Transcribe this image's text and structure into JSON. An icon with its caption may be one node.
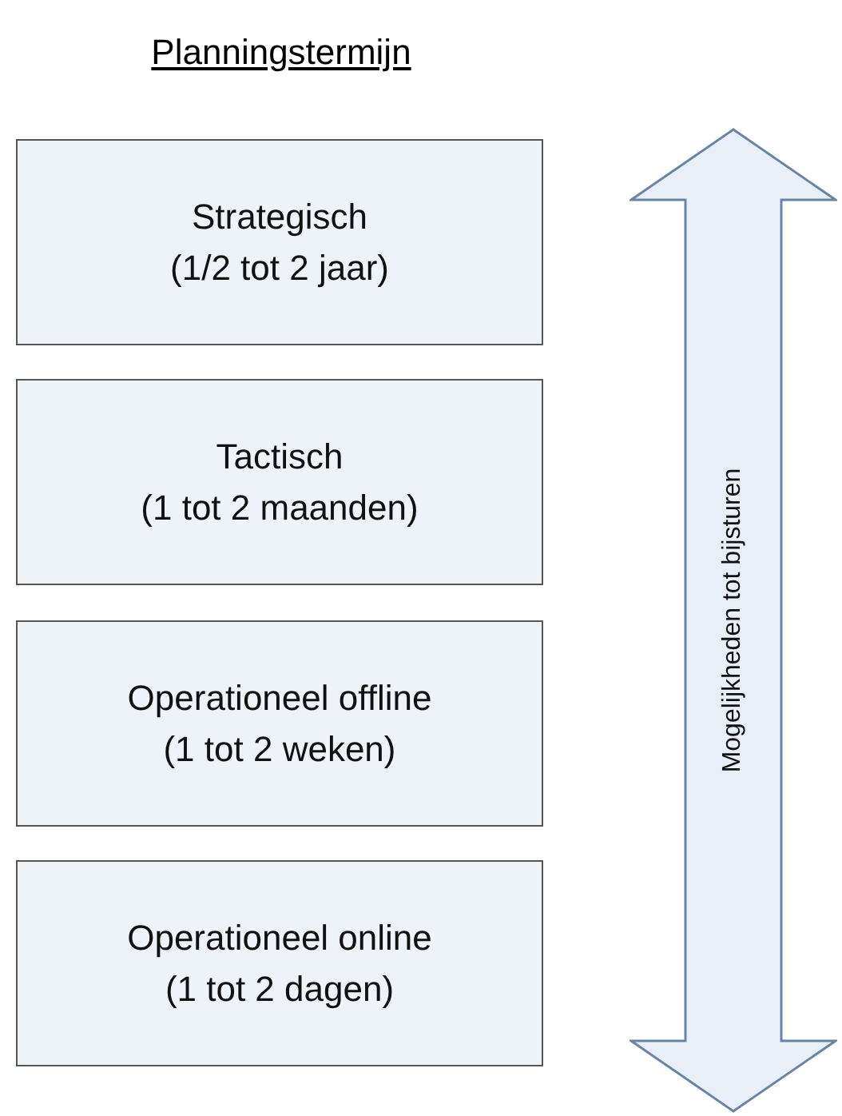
{
  "diagram": {
    "title": "Planningstermijn",
    "nodes": [
      {
        "text": [
          "Strategisch",
          "(1/2 tot 2 jaar)"
        ]
      },
      {
        "text": [
          "Tactisch",
          "(1 tot 2 maanden)"
        ]
      },
      {
        "text": [
          "Operationeel offline",
          "(1 tot 2 weken)"
        ]
      },
      {
        "text": [
          "Operationeel online",
          "(1 tot 2 dagen)"
        ]
      },
      {
        "text": [
          "Mogelijkheden tot bijsturen"
        ]
      }
    ]
  }
}
